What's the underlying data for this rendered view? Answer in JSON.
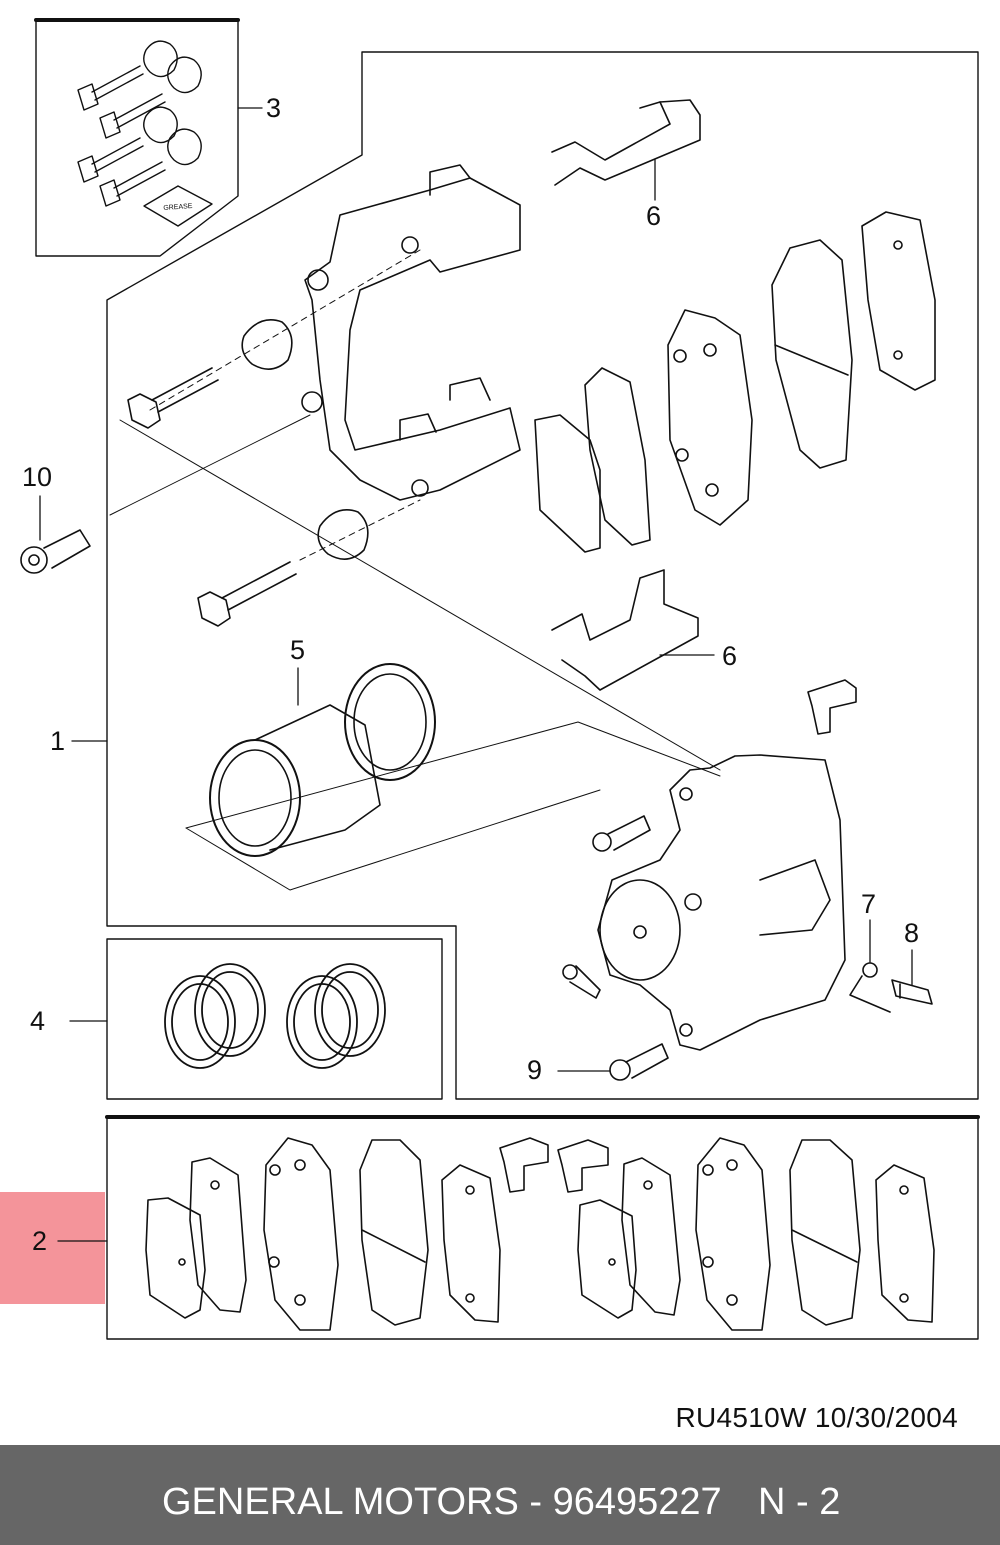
{
  "callouts": {
    "c1": "1",
    "c2": "2",
    "c3": "3",
    "c4": "4",
    "c5": "5",
    "c6a": "6",
    "c6b": "6",
    "c7": "7",
    "c8": "8",
    "c9": "9",
    "c10": "10"
  },
  "grease_label": "GREASE",
  "reference": "RU4510W  10/30/2004",
  "footer": {
    "title": "GENERAL MOTORS - 96495227",
    "page": "N - 2"
  },
  "colors": {
    "highlight": "#f4949a",
    "footer_bg": "#666666",
    "line": "#111111"
  }
}
